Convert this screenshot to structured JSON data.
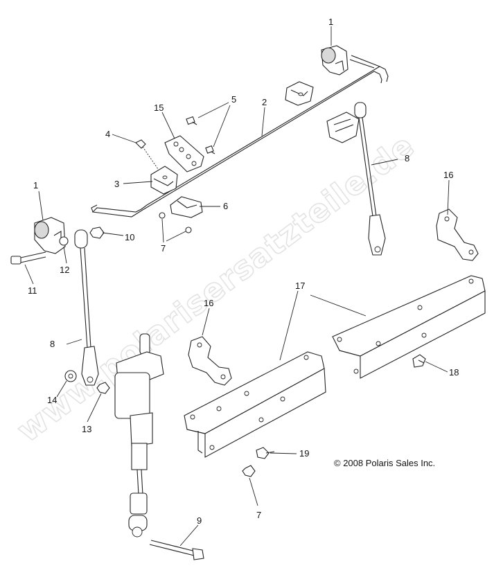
{
  "watermark": "www.polarisersatzteile.de",
  "copyright": "© 2008 Polaris Sales Inc.",
  "callouts": {
    "c1a": "1",
    "c2": "2",
    "c5": "5",
    "c15": "15",
    "c4": "4",
    "c3": "3",
    "c8a": "8",
    "c16a": "16",
    "c1b": "1",
    "c6": "6",
    "c10": "10",
    "c7a": "7",
    "c11": "11",
    "c12": "12",
    "c17": "17",
    "c16b": "16",
    "c8b": "8",
    "c18": "18",
    "c14": "14",
    "c13": "13",
    "c19": "19",
    "c7b": "7",
    "c9": "9"
  }
}
